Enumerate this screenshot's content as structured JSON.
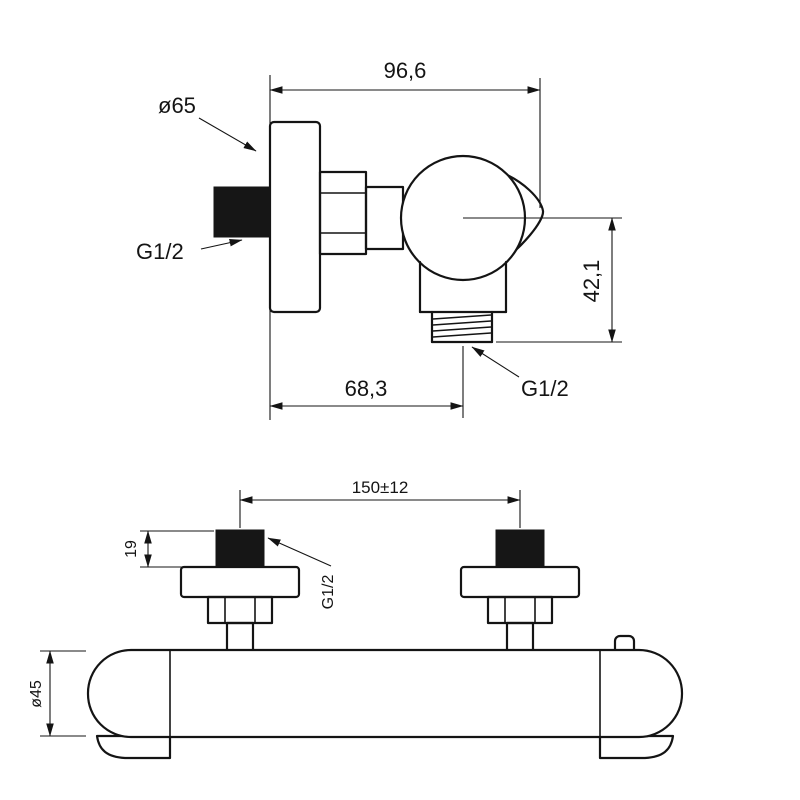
{
  "side_view": {
    "dim_width_total": "96,6",
    "dim_plate_diameter": "ø65",
    "label_inlet_thread": "G1/2",
    "dim_outlet_drop": "42,1",
    "dim_outlet_offset": "68,3",
    "label_outlet_thread": "G1/2"
  },
  "front_view": {
    "dim_inlet_spacing": "150±12",
    "dim_inlet_block_height": "19",
    "label_inlet_thread": "G1/2",
    "dim_body_diameter": "ø45"
  },
  "colors": {
    "line": "#141414",
    "solid_fill": "#161616",
    "background": "#ffffff"
  }
}
